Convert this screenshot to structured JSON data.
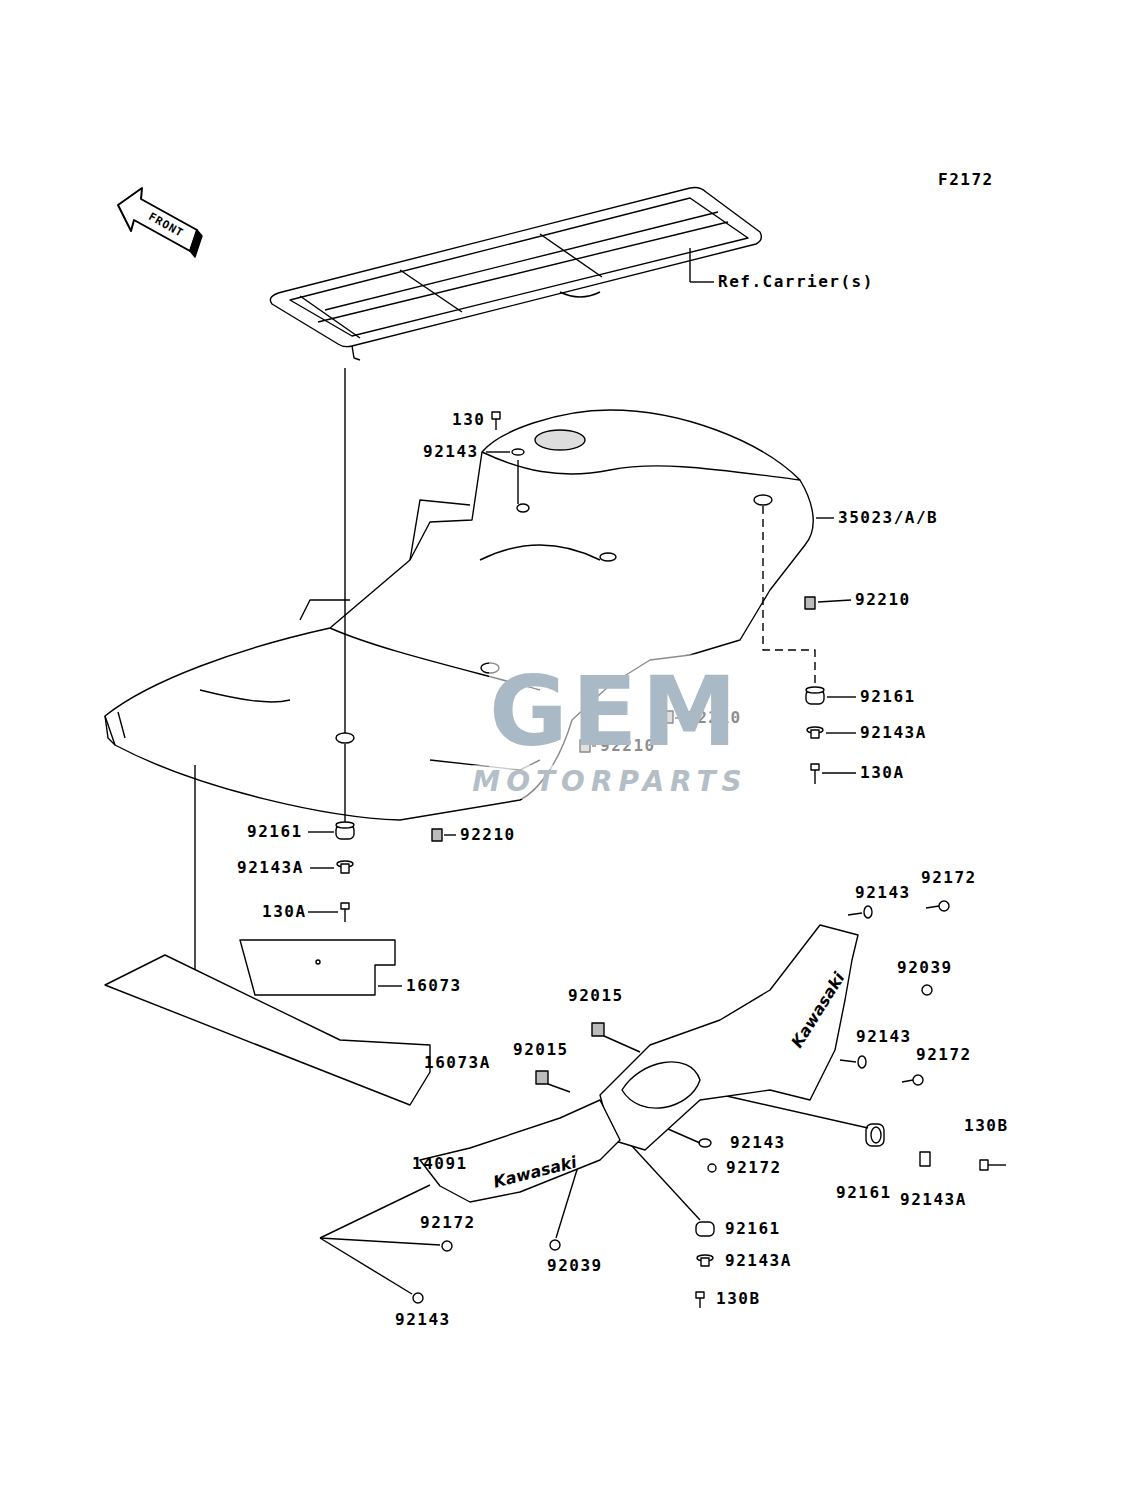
{
  "diagram": {
    "labels": [
      "F2172",
      "FRONT",
      "Ref.Carrier(s)",
      "130",
      "92143",
      "35023/A/B",
      "92210",
      "92161",
      "92210",
      "92143A",
      "92210",
      "130A",
      "92161",
      "92210",
      "92143A",
      "130A",
      "16073",
      "16073A",
      "92143",
      "92172",
      "92039",
      "92015",
      "92015",
      "92143",
      "92172",
      "14091",
      "92143",
      "92172",
      "92161",
      "130B",
      "92143A",
      "92172",
      "92039",
      "92161",
      "92143A",
      "130B",
      "92143",
      "Kawasaki",
      "Kawasaki",
      "GEM",
      "MOTORPARTS"
    ]
  }
}
